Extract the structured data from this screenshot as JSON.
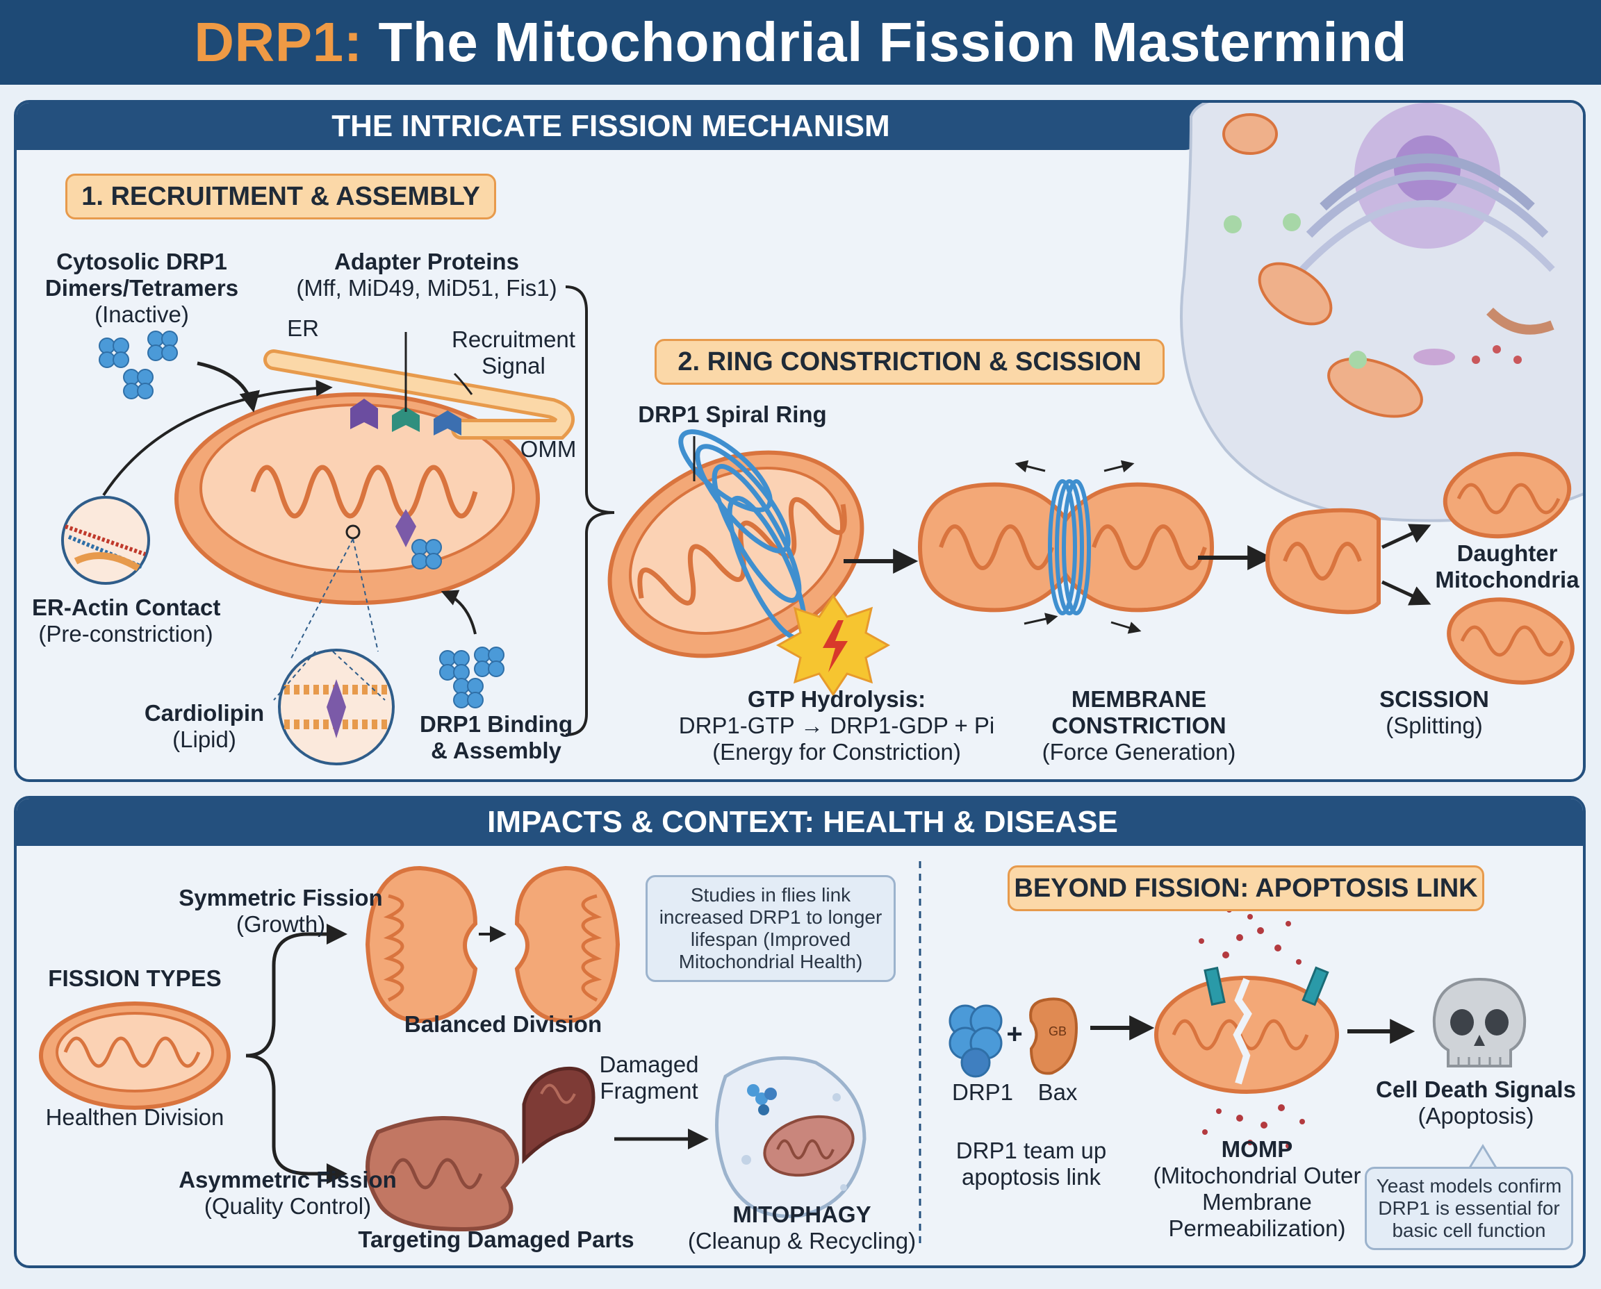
{
  "title": {
    "accent": "DRP1:",
    "main": " The Mitochondrial Fission Mastermind"
  },
  "mechanism": {
    "header": "THE INTRICATE FISSION MECHANISM",
    "step1": {
      "tag": "1. RECRUITMENT & ASSEMBLY",
      "cytosolic": {
        "line1": "Cytosolic DRP1",
        "line2": "Dimers/Tetramers",
        "line3": "(Inactive)"
      },
      "adapter": {
        "line1": "Adapter Proteins",
        "line2": "(Mff, MiD49, MiD51, Fis1)"
      },
      "er": "ER",
      "recruitment": {
        "line1": "Recruitment",
        "line2": "Signal"
      },
      "omm": "OMM",
      "er_actin": {
        "line1": "ER-Actin Contact",
        "line2": "(Pre-constriction)"
      },
      "cardiolipin": {
        "line1": "Cardiolipin",
        "line2": "(Lipid)"
      },
      "binding": {
        "line1": "DRP1 Binding",
        "line2": "& Assembly"
      }
    },
    "step2": {
      "tag": "2. RING CONSTRICTION & SCISSION",
      "spiral": "DRP1 Spiral Ring",
      "gtp": {
        "line1": "GTP Hydrolysis:",
        "line2": "DRP1-GTP → DRP1-GDP + Pi",
        "line3": "(Energy for Constriction)"
      },
      "membrane": {
        "line1": "MEMBRANE",
        "line2": "CONSTRICTION",
        "line3": "(Force Generation)"
      },
      "scission": {
        "line1": "SCISSION",
        "line2": "(Splitting)"
      },
      "daughter": {
        "line1": "Daughter",
        "line2": "Mitochondria"
      }
    }
  },
  "impacts": {
    "header": "IMPACTS & CONTEXT: HEALTH & DISEASE",
    "fission_types": "FISSION TYPES",
    "healthen": "Healthen Division",
    "symmetric": {
      "line1": "Symmetric Fission",
      "line2": "(Growth)"
    },
    "balanced": "Balanced Division",
    "asymmetric": {
      "line1": "Asymmetric Fission",
      "line2": "(Quality Control)"
    },
    "targeting": "Targeting Damaged Parts",
    "damaged": {
      "line1": "Damaged",
      "line2": "Fragment"
    },
    "mitophagy": {
      "line1": "MITOPHAGY",
      "line2": "(Cleanup & Recycling)"
    },
    "flies_note": {
      "line1": "Studies in flies link",
      "line2": "increased DRP1 to longer",
      "line3": "lifespan (Improved",
      "line4": "Mitochondrial Health)"
    },
    "apoptosis": {
      "tag": "BEYOND FISSION: APOPTOSIS LINK",
      "drp1": "DRP1",
      "bax": "Bax",
      "plus": "+",
      "bax_glyph": "GB",
      "team": {
        "line1": "DRP1 team up",
        "line2": "apoptosis link"
      },
      "momp": {
        "line1": "MOMP",
        "line2": "(Mitochondrial Outer",
        "line3": "Membrane",
        "line4": "Permeabilization)"
      },
      "death": {
        "line1": "Cell Death Signals",
        "line2": "(Apoptosis)"
      },
      "yeast_note": {
        "line1": "Yeast models confirm",
        "line2": "DRP1 is essential for",
        "line3": "basic cell function"
      }
    }
  },
  "colors": {
    "navy": "#1e4a76",
    "orange": "#ef9a45",
    "mito_fill": "#f3a877",
    "mito_stroke": "#d9743e",
    "drp1_blue": "#3f8fcf"
  },
  "icons": [
    "mitochondrion-icon",
    "drp1-cluster-icon",
    "lightning-icon",
    "skull-icon",
    "cell-icon",
    "lysosome-icon"
  ]
}
